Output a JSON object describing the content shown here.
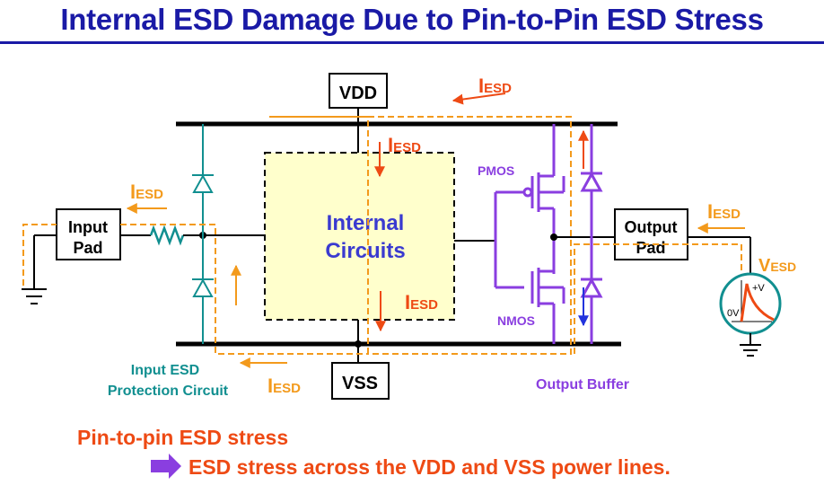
{
  "title": "Internal ESD Damage Due to Pin-to-Pin ESD Stress",
  "colors": {
    "title_blue": "#1a1aa6",
    "esd_orange": "#f39a1c",
    "esd_red": "#ee4a14",
    "protection_teal": "#118f90",
    "buffer_purple": "#8a3ee0",
    "internal_fill": "#ffffcc",
    "internal_text": "#3a3ad0",
    "current_blue": "#2233dd"
  },
  "boxes": {
    "vdd": "VDD",
    "vss": "VSS",
    "input_pad": [
      "Input",
      "Pad"
    ],
    "output_pad": [
      "Output",
      "Pad"
    ]
  },
  "internal": {
    "line1": "Internal",
    "line2": "Circuits"
  },
  "labels": {
    "iesd_main": "I",
    "iesd_sub": "ESD",
    "vesd_main": "V",
    "vesd_sub": "ESD",
    "source_plus": "+V",
    "source_zero": "0V",
    "pmos": "PMOS",
    "nmos": "NMOS",
    "input_protection_1": "Input ESD",
    "input_protection_2": "Protection Circuit",
    "output_buffer": "Output Buffer"
  },
  "footer": {
    "line1": "Pin-to-pin ESD stress",
    "line2": "ESD stress across the VDD and VSS power lines."
  },
  "icons": [
    "resistor-icon",
    "diode-icon",
    "ground-icon",
    "voltage-source-icon",
    "arrow-right-icon"
  ]
}
